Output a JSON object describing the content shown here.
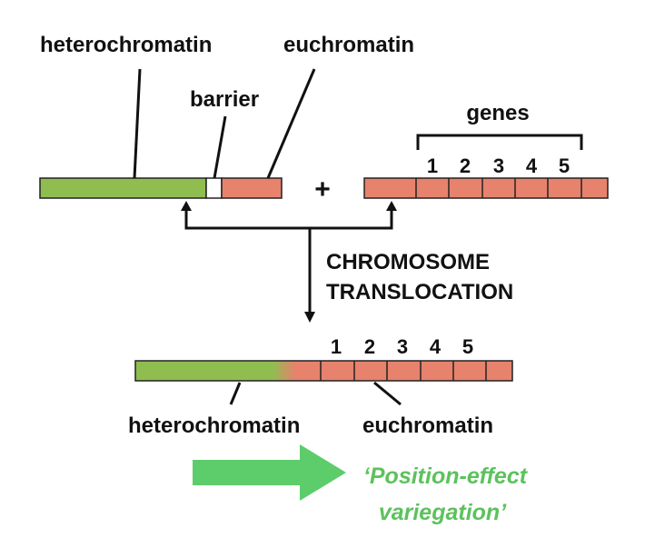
{
  "labels": {
    "heterochromatin_top": "heterochromatin",
    "euchromatin_top": "euchromatin",
    "barrier": "barrier",
    "genes": "genes",
    "plus": "+",
    "process_line1": "CHROMOSOME",
    "process_line2": "TRANSLOCATION",
    "heterochromatin_bottom": "heterochromatin",
    "euchromatin_bottom": "euchromatin",
    "outcome_line1": "‘Position-effect",
    "outcome_line2": "variegation’"
  },
  "gene_numbers_top": [
    "1",
    "2",
    "3",
    "4",
    "5"
  ],
  "gene_numbers_bottom": [
    "1",
    "2",
    "3",
    "4",
    "5"
  ],
  "colors": {
    "heterochromatin": "#8fbd4f",
    "euchromatin": "#e7826d",
    "barrier": "#ffffff",
    "outcome_arrow": "#5dcc6b",
    "outcome_text": "#5cc25c"
  }
}
